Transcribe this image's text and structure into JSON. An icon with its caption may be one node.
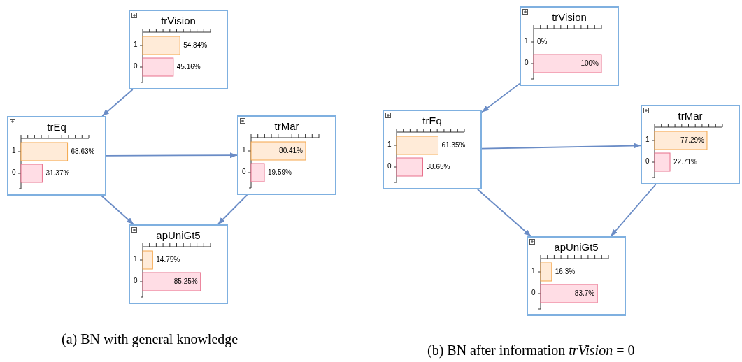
{
  "diagram": {
    "nodes": [
      {
        "text": [
          "trVision",
          "1",
          "54.84%",
          "0",
          "45.16%"
        ]
      },
      {
        "text": [
          "trEq",
          "1",
          "68.63%",
          "0",
          "31.37%"
        ]
      },
      {
        "text": [
          "trMar",
          "1",
          "80.41%",
          "0",
          "19.59%"
        ]
      },
      {
        "text": [
          "apUniGt5",
          "1",
          "14.75%",
          "0",
          "85.25%"
        ]
      },
      {
        "text": [
          "trVision",
          "1",
          "0%",
          "0",
          "100%"
        ]
      },
      {
        "text": [
          "trEq",
          "1",
          "61.35%",
          "0",
          "38.65%"
        ]
      },
      {
        "text": [
          "trMar",
          "1",
          "77.29%",
          "0",
          "22.71%"
        ]
      },
      {
        "text": [
          "apUniGt5",
          "1",
          "16.3%",
          "0",
          "83.7%"
        ]
      }
    ],
    "edges": [
      {
        "from": 0,
        "to": 1,
        "arrow": "to"
      },
      {
        "from": 1,
        "to": 2,
        "arrow": "to"
      },
      {
        "from": 1,
        "to": 3,
        "arrow": "to"
      },
      {
        "from": 2,
        "to": 3,
        "arrow": "to"
      },
      {
        "from": 4,
        "to": 5,
        "arrow": "to"
      },
      {
        "from": 5,
        "to": 6,
        "arrow": "to"
      },
      {
        "from": 5,
        "to": 7,
        "arrow": "to"
      },
      {
        "from": 6,
        "to": 7,
        "arrow": "to"
      }
    ],
    "labels": [
      "(a) BN with general knowledge",
      "(b) BN after information *trVision* = 0"
    ]
  }
}
